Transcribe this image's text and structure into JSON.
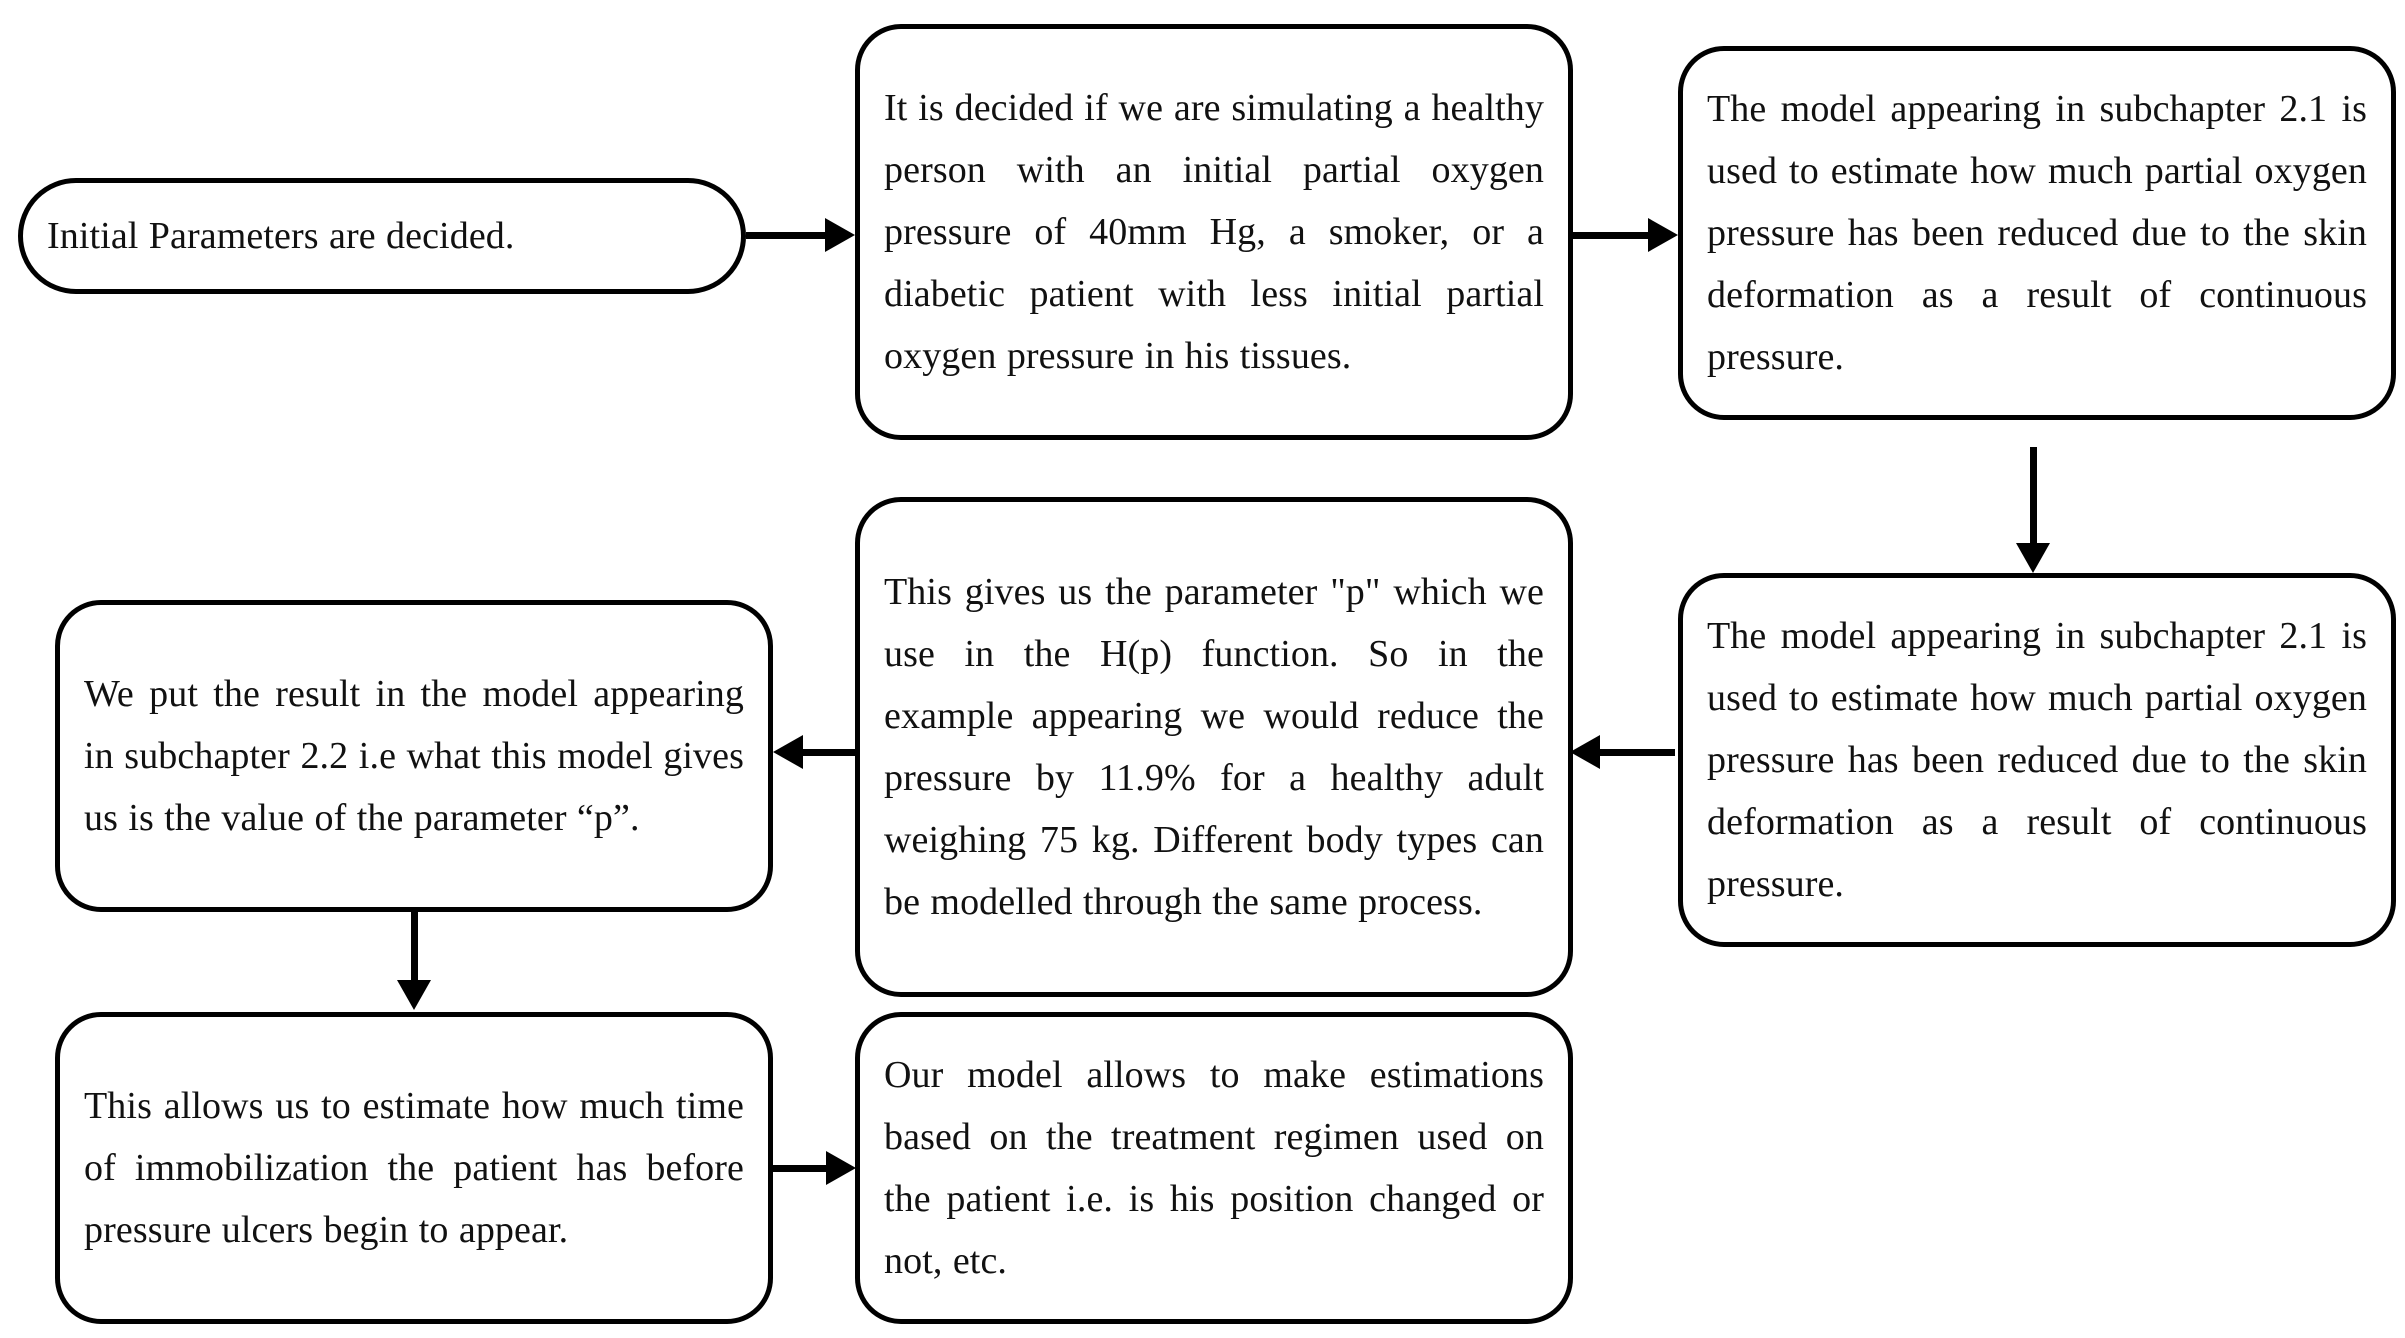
{
  "diagram": {
    "title": "Pressure ulcer model workflow flowchart",
    "type": "flowchart",
    "background_color": "#ffffff",
    "node_border_color": "#000000",
    "text_color": "#111111",
    "nodes": [
      {
        "id": "initial-parameters",
        "label": "Initial Parameters are decided."
      },
      {
        "id": "patient-type",
        "label": "It is decided if we are simulating a healthy person with an initial partial oxygen pressure of 40mm Hg, a smoker, or a diabetic patient with less initial partial oxygen pressure in his tissues."
      },
      {
        "id": "model-21-a",
        "label": "The model appearing in subchapter 2.1 is used to estimate how much partial oxygen pressure has been reduced due to the skin deformation as a result of continuous pressure."
      },
      {
        "id": "model-21-b",
        "label": "The model appearing in subchapter 2.1 is used to estimate how much partial oxygen pressure has been reduced due to the skin deformation as a result of continuous pressure."
      },
      {
        "id": "parameter-p",
        "label": "This gives us the parameter \"p\" which we use in the H(p) function. So in the example appearing we would reduce the pressure by 11.9% for a healthy adult weighing 75 kg. Different body types can be modelled through the same process."
      },
      {
        "id": "put-result",
        "label": "We put the result in the model appearing in subchapter 2.2 i.e what this model gives us is the value of the parameter “p”."
      },
      {
        "id": "immobilization",
        "label": "This allows us to estimate how much time of immobilization the patient has before pressure ulcers begin to appear."
      },
      {
        "id": "treatment-regimen",
        "label": "Our model allows to make estimations based on the treatment regimen used on the patient i.e. is his position changed or not, etc."
      }
    ],
    "edges": [
      {
        "id": "edge1",
        "from": "initial-parameters",
        "to": "patient-type",
        "direction": "right"
      },
      {
        "id": "edge2",
        "from": "patient-type",
        "to": "model-21-a",
        "direction": "right"
      },
      {
        "id": "edge3",
        "from": "model-21-a",
        "to": "model-21-b",
        "direction": "down"
      },
      {
        "id": "edge4",
        "from": "model-21-b",
        "to": "parameter-p",
        "direction": "left"
      },
      {
        "id": "edge5",
        "from": "parameter-p",
        "to": "put-result",
        "direction": "left"
      },
      {
        "id": "edge6",
        "from": "put-result",
        "to": "immobilization",
        "direction": "down"
      },
      {
        "id": "edge7",
        "from": "immobilization",
        "to": "treatment-regimen",
        "direction": "right"
      }
    ]
  }
}
